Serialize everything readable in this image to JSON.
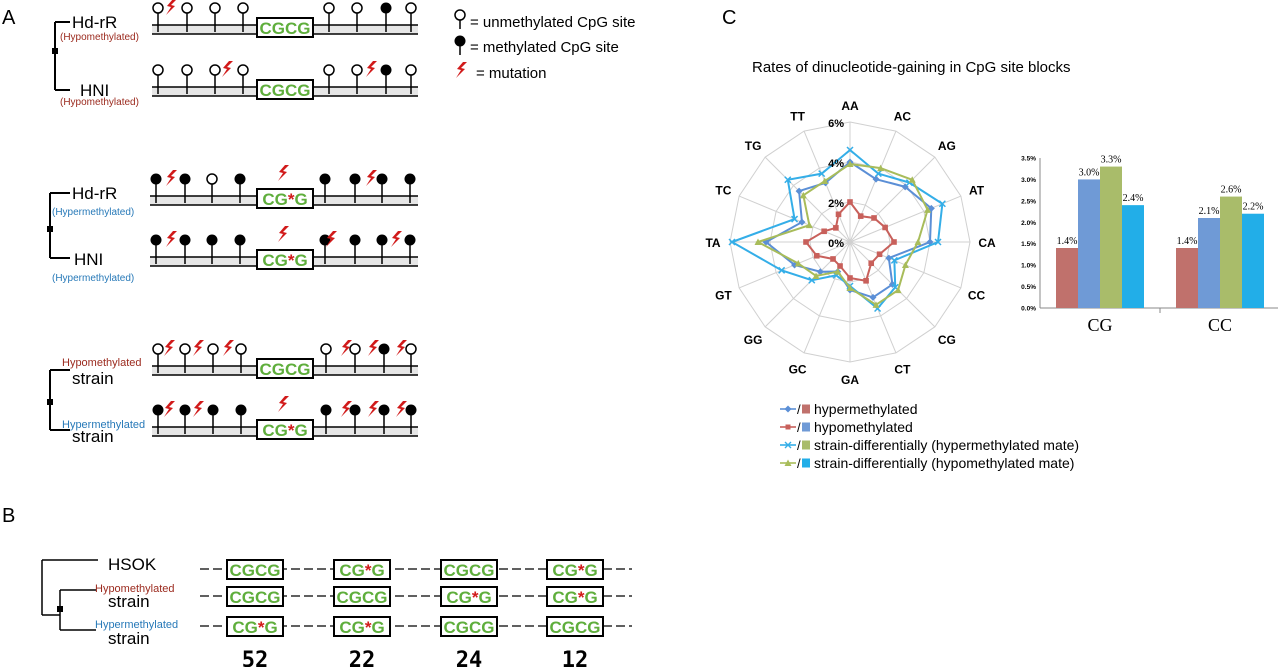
{
  "panels": {
    "a": "A",
    "b": "B",
    "c": "C"
  },
  "legend_a": {
    "unmethylated": "= unmethylated CpG site",
    "methylated": "= methylated CpG site",
    "mutation": "= mutation"
  },
  "labels": {
    "hdrr": "Hd-rR",
    "hni": "HNI",
    "strain": "strain",
    "hsok": "HSOK",
    "hypo": "(Hypomethylated)",
    "hyper": "(Hypermethylated)",
    "hypo_plain": "Hypomethylated",
    "hyper_plain": "Hypermethylated"
  },
  "motifs": {
    "cgcg": "CGCG",
    "cg": "CG",
    "g": "G",
    "star": "*"
  },
  "counts": [
    "52",
    "22",
    "24",
    "12"
  ],
  "colors": {
    "hypo_label": "#9b2a1e",
    "hyper_label": "#2779b8",
    "motif_green": "#5fae3c",
    "mutation_red": "#d11a1a",
    "bar_bg": "#e6e6e6"
  },
  "chart_data": [
    {
      "type": "radar",
      "title": "Rates of dinucleotide-gaining in CpG site blocks",
      "categories": [
        "AA",
        "AC",
        "AG",
        "AT",
        "CA",
        "CC",
        "CG",
        "CT",
        "GA",
        "GC",
        "GG",
        "GT",
        "TA",
        "TC",
        "TG",
        "TT"
      ],
      "rlim": [
        0,
        6
      ],
      "rticks": [
        "0%",
        "2%",
        "4%",
        "6%"
      ],
      "grid": true,
      "series": [
        {
          "name": "hypermethylated",
          "color": "#5b8fd6",
          "marker": "diamond",
          "values": [
            4.0,
            3.4,
            3.9,
            4.4,
            4.0,
            2.1,
            3.0,
            3.0,
            2.4,
            1.6,
            2.1,
            3.0,
            4.2,
            2.6,
            3.6,
            3.2
          ]
        },
        {
          "name": "hypomethylated",
          "color": "#c8605b",
          "marker": "square",
          "values": [
            2.0,
            1.4,
            1.7,
            1.9,
            2.2,
            1.6,
            1.5,
            2.1,
            1.8,
            1.3,
            1.2,
            1.8,
            2.2,
            1.4,
            1.0,
            1.5
          ]
        },
        {
          "name": "strain-differentially (hypermethylated mate)",
          "color": "#34aee8",
          "marker": "x",
          "values": [
            4.6,
            3.7,
            4.2,
            5.0,
            4.4,
            2.4,
            3.2,
            3.6,
            2.2,
            1.8,
            2.7,
            3.7,
            5.9,
            3.0,
            4.4,
            3.7
          ]
        },
        {
          "name": "strain-differentially (hypomethylated mate)",
          "color": "#a8bc5a",
          "marker": "triangle",
          "values": [
            3.9,
            4.0,
            4.4,
            4.2,
            3.4,
            3.0,
            3.4,
            3.4,
            2.3,
            1.6,
            2.4,
            2.8,
            4.6,
            2.2,
            3.3,
            3.3
          ]
        }
      ],
      "legend": "bottom-left"
    },
    {
      "type": "bar",
      "categories": [
        "CG",
        "CC"
      ],
      "ylim": [
        0,
        3.5
      ],
      "yticks": [
        "0.0%",
        "0.5%",
        "1.0%",
        "1.5%",
        "2.0%",
        "2.5%",
        "3.0%",
        "3.5%"
      ],
      "series": [
        {
          "color": "#c0716c",
          "values": [
            1.4,
            1.4
          ],
          "labels": [
            "1.4%",
            "1.4%"
          ]
        },
        {
          "color": "#6f9ad6",
          "values": [
            3.0,
            2.1
          ],
          "labels": [
            "3.0%",
            "2.1%"
          ]
        },
        {
          "color": "#a9bc6a",
          "values": [
            3.3,
            2.6
          ],
          "labels": [
            "3.3%",
            "2.6%"
          ]
        },
        {
          "color": "#22aee8",
          "values": [
            2.4,
            2.2
          ],
          "labels": [
            "2.4%",
            "2.2%"
          ]
        }
      ]
    }
  ]
}
